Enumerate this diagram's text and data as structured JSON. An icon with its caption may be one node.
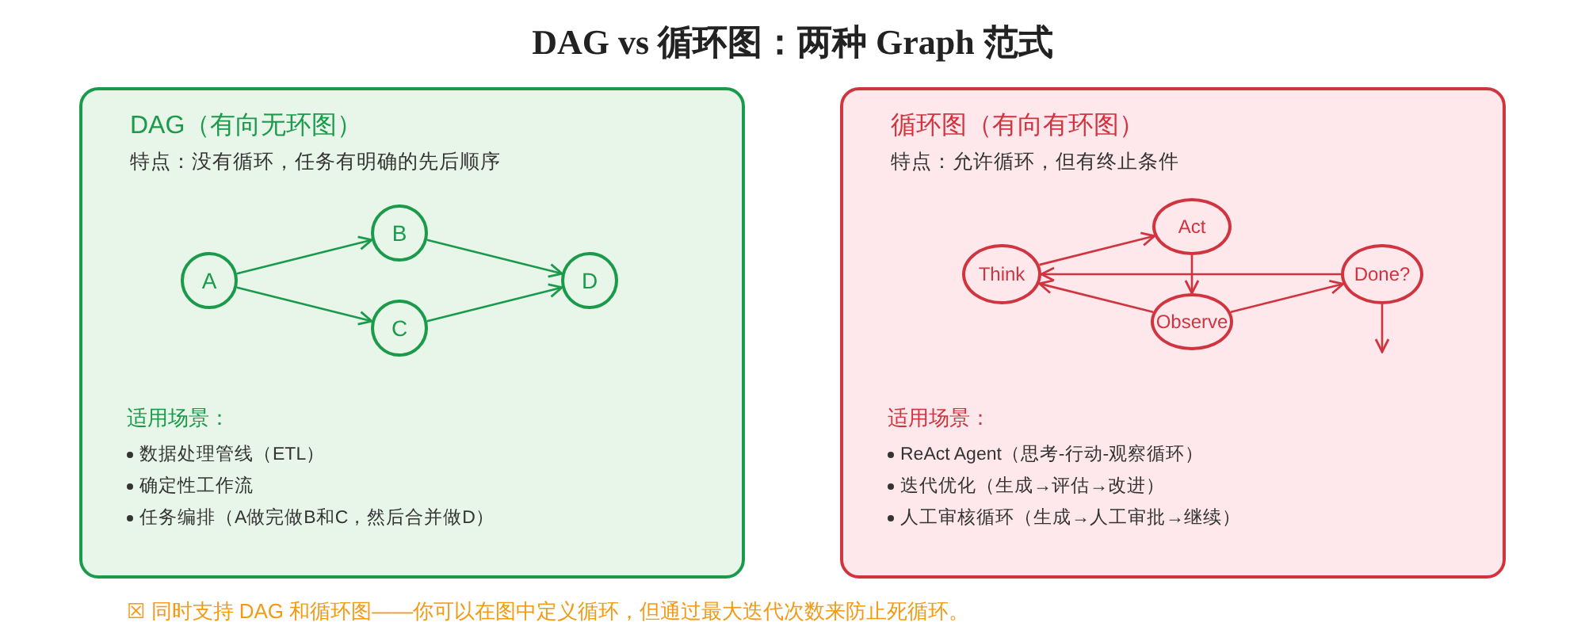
{
  "diagram": {
    "title": "DAG vs 循环图：两种 Graph 范式",
    "caption": "☒ 同时支持 DAG 和循环图——你可以在图中定义循环，但通过最大迭代次数来防止死循环。",
    "nodes": [
      {
        "text": [
          "DAG（有向无环图）",
          "特点：没有循环，任务有明确的先后顺序",
          "适用场景：",
          "数据处理管线（ETL）",
          "确定性工作流",
          "任务编排（A做完做B和C，然后合并做D）"
        ]
      },
      {
        "text": [
          "A"
        ],
        "in": 0
      },
      {
        "text": [
          "B"
        ],
        "in": 0
      },
      {
        "text": [
          "C"
        ],
        "in": 0
      },
      {
        "text": [
          "D"
        ],
        "in": 0
      },
      {
        "text": [
          "循环图（有向有环图）",
          "特点：允许循环，但有终止条件",
          "适用场景：",
          "ReAct Agent（思考-行动-观察循环）",
          "迭代优化（生成→评估→改进）",
          "人工审核循环（生成→人工审批→继续）"
        ]
      },
      {
        "text": [
          "Think"
        ],
        "in": 5
      },
      {
        "text": [
          "Act"
        ],
        "in": 5
      },
      {
        "text": [
          "Observe"
        ],
        "in": 5
      },
      {
        "text": [
          "Done?"
        ],
        "in": 5
      }
    ],
    "edges": [
      {
        "from": 1,
        "to": 2,
        "arrow": "to",
        "color": "#1a9a4a"
      },
      {
        "from": 1,
        "to": 3,
        "arrow": "to",
        "color": "#1a9a4a"
      },
      {
        "from": 2,
        "to": 4,
        "arrow": "to",
        "color": "#1a9a4a"
      },
      {
        "from": 3,
        "to": 4,
        "arrow": "to",
        "color": "#1a9a4a"
      },
      {
        "from": 6,
        "to": 7,
        "arrow": "to",
        "color": "#d0343f"
      },
      {
        "from": 7,
        "to": 8,
        "arrow": "to",
        "color": "#d0343f"
      },
      {
        "from": 8,
        "to": 6,
        "arrow": "to",
        "color": "#d0343f"
      },
      {
        "from": 8,
        "to": 9,
        "arrow": "to",
        "color": "#d0343f"
      },
      {
        "from": 9,
        "to": 6,
        "arrow": "to",
        "color": "#d0343f"
      },
      {
        "from": 9,
        "to": null,
        "arrow": "to",
        "color": "#d0343f"
      }
    ]
  }
}
